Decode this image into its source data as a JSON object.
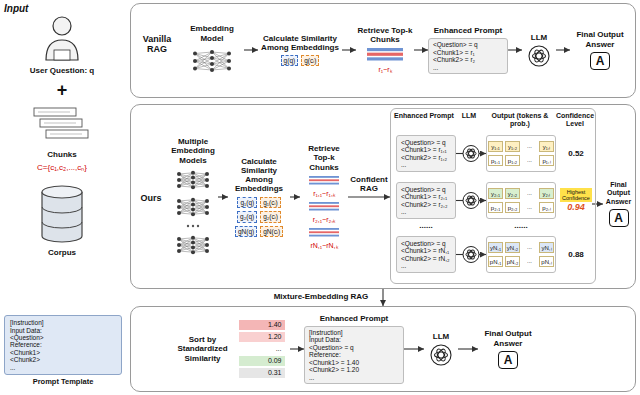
{
  "diagram": {
    "nodes": [
      {
        "text": [
          "Vanilla RAG"
        ]
      },
      {
        "text": [
          "Embedding Model"
        ],
        "in": 0
      },
      {
        "text": [
          "Calculate Similarity Among Embeddings",
          "g(q)",
          "g(cᵢ)"
        ],
        "in": 0
      },
      {
        "text": [
          "Retrieve Top-k Chunks",
          "r₁~rₖ"
        ],
        "in": 0
      },
      {
        "text": [
          "Enhanced Prompt",
          "<Question> = q",
          "<Chunk1> = r₁",
          "<Chunk2> = r₂",
          "..."
        ],
        "in": 0
      },
      {
        "text": [
          "LLM"
        ],
        "in": 0
      },
      {
        "text": [
          "Final Output Answer",
          "A"
        ],
        "in": 0
      },
      {
        "text": [
          "Ours"
        ]
      },
      {
        "text": [
          "Multiple Embedding Models"
        ],
        "in": 7
      },
      {
        "text": [
          "Calculate Similarity Among Embeddings",
          "g₁(q)",
          "g₁(cᵢ)",
          "g₂(q)",
          "g₂(cᵢ)",
          "gN(q)",
          "gN(cᵢ)"
        ],
        "in": 7
      },
      {
        "text": [
          "Retrieve Top-k Chunks",
          "r₁,₁~r₁,ₖ",
          "r₂,₁~r₂,ₖ",
          "rN,₁~rN,ₖ"
        ],
        "in": 7
      },
      {
        "text": [
          "Enhanced Prompt",
          "LLM",
          "Output (tokens & prob.)",
          "Confidence Level"
        ],
        "in": 7
      },
      {
        "text": [
          "<Question> = q",
          "<Chunk1> = r₁,₁",
          "<Chunk2> = r₁,₂",
          "..."
        ],
        "in": 11
      },
      {
        "text": [
          "<Question> = q",
          "<Chunk1> = r₂,₁",
          "<Chunk2> = r₂,₂",
          "..."
        ],
        "in": 11
      },
      {
        "text": [
          "<Question> = q",
          "<Chunk1> = rN,₁",
          "<Chunk2> = rN,₂",
          "..."
        ],
        "in": 11
      },
      {
        "text": [
          "y₁,₁",
          "y₁,₂",
          "...",
          "y₁,ₗ",
          "p₁,₁",
          "p₁,₂",
          "...",
          "p₁,ₗ"
        ],
        "in": 11
      },
      {
        "text": [
          "y₂,₁",
          "y₂,₂",
          "...",
          "y₂,ₗ",
          "p₂,₁",
          "p₂,₂",
          "...",
          "p₂,ₗ"
        ],
        "in": 11
      },
      {
        "text": [
          "yN,₁",
          "yN,₂",
          "...",
          "yN,ₗ",
          "pN,₁",
          "pN,₂",
          "...",
          "pN,ₗ"
        ],
        "in": 11
      },
      {
        "text": [
          "0.52",
          "Highest Confidence",
          "0.94",
          "0.88"
        ],
        "in": 11
      },
      {
        "text": [
          "Final Output Answer",
          "A"
        ],
        "in": 7
      },
      {
        "text": [
          "Mixture-Embedding RAG"
        ]
      },
      {
        "text": [
          "Sort by Standardized Similarity",
          "1.40",
          "1.20",
          "...",
          "0.09",
          "0.31"
        ],
        "in": 20
      },
      {
        "text": [
          "Enhanced Prompt",
          "[Instruction]",
          "Input Data:",
          "<Question> = q",
          "Reference:",
          "<Chunk1> = 1.40",
          "<Chunk2> = 1.20",
          "..."
        ],
        "in": 20
      },
      {
        "text": [
          "LLM"
        ],
        "in": 20
      },
      {
        "text": [
          "Final Output Answer",
          "A"
        ],
        "in": 20
      },
      {
        "text": [
          "[Instruction]",
          "Input Data:",
          "<Question>",
          "Reference:",
          "<Chunk1>",
          "<Chunk2>",
          "...",
          "Prompt Template"
        ]
      }
    ],
    "edges": [
      {
        "from": 1,
        "to": 2,
        "arrow": "to"
      },
      {
        "from": 2,
        "to": 3,
        "arrow": "to"
      },
      {
        "from": 3,
        "to": 4,
        "arrow": "to"
      },
      {
        "from": 4,
        "to": 5,
        "arrow": "to"
      },
      {
        "from": 5,
        "to": 6,
        "arrow": "to"
      },
      {
        "from": 8,
        "to": 9,
        "arrow": "to"
      },
      {
        "from": 9,
        "to": 10,
        "arrow": "to"
      },
      {
        "from": 10,
        "to": 11,
        "arrow": "to",
        "label": "Confident RAG"
      },
      {
        "from": 12,
        "to": 15,
        "arrow": "to"
      },
      {
        "from": 13,
        "to": 16,
        "arrow": "to"
      },
      {
        "from": 14,
        "to": 17,
        "arrow": "to"
      },
      {
        "from": 18,
        "to": 19,
        "arrow": "to"
      },
      {
        "from": 7,
        "to": 20,
        "arrow": "to"
      },
      {
        "from": 21,
        "to": 22,
        "arrow": "to"
      },
      {
        "from": 22,
        "to": 23,
        "arrow": "to"
      },
      {
        "from": 23,
        "to": 24,
        "arrow": "to"
      }
    ],
    "labels": [
      "Input",
      "User Question: q",
      "+",
      "Chunks",
      "C={c₁,c₂,...,cₙ}",
      "Corpus",
      "......",
      "......"
    ]
  }
}
